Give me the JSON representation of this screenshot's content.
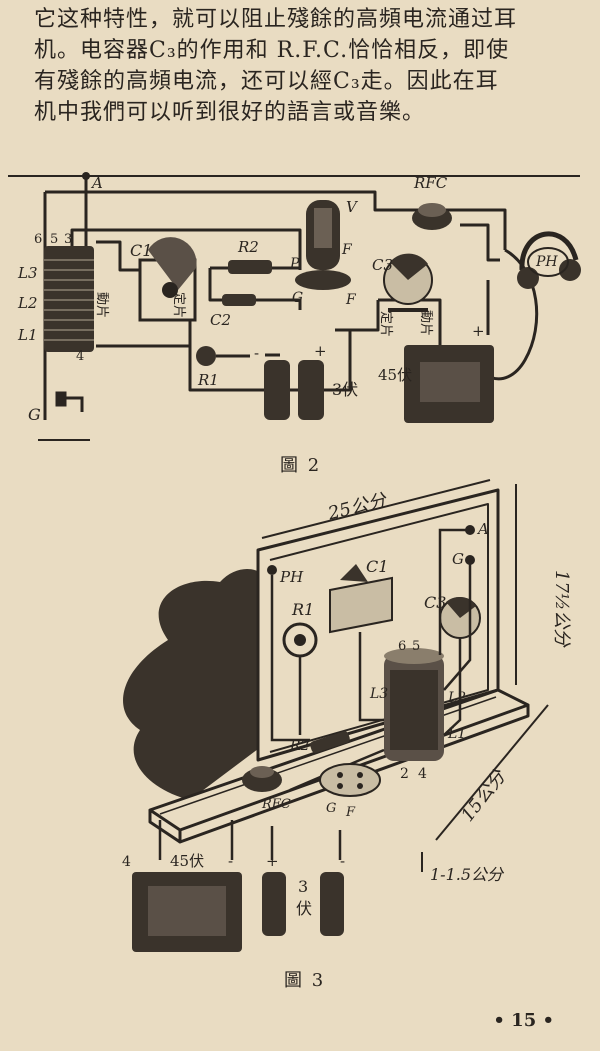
{
  "paragraph": {
    "line1": "它这种特性，就可以阻止殘餘的高頻电流通过耳",
    "line2": "机。电容器C₃的作用和 R.F.C.恰恰相反，即使",
    "line3": "有殘餘的高頻电流，还可以經C₃走。因此在耳",
    "line4": "机中我們可以听到很好的語言或音樂。"
  },
  "figure2": {
    "caption": "圖 2",
    "labels": {
      "A": "A",
      "G": "G",
      "L3": "L3",
      "L2": "L2",
      "L1": "L1",
      "t6": "6",
      "t5": "5",
      "t3": "3",
      "t4": "4",
      "C1": "C1",
      "C2": "C2",
      "C3": "C3",
      "R2": "R2",
      "R1": "R1",
      "V": "V",
      "P": "P",
      "F": "F",
      "Gv": "G",
      "Fb": "F",
      "RFC": "RFC",
      "PH": "PH",
      "dongpian1": "動片",
      "dingpian1": "定片",
      "dingpian2": "定片",
      "dongpian2": "動片",
      "battB": "45伏",
      "battA": "3伏",
      "plus1": "+",
      "minus1": "-",
      "plus2": "+"
    }
  },
  "figure3": {
    "caption": "圖 3",
    "labels": {
      "dim25": "25公分",
      "dim175": "17½公分",
      "dim15": "15公分",
      "dim115": "1-1.5公分",
      "PH": "PH",
      "C1": "C1",
      "R1": "R1",
      "C3": "C3",
      "A": "A",
      "G": "G",
      "L3": "L3",
      "L2": "L2",
      "L1": "L1",
      "t6": "6",
      "t5": "5",
      "t2": "2",
      "t4": "4",
      "R2": "R2",
      "RFC": "RFC",
      "Gv": "G",
      "Fv": "F",
      "batt45": "45伏",
      "batt3": "3",
      "batt3b": "伏",
      "minus": "-",
      "plus": "+",
      "four": "4",
      "minus2": "-"
    }
  },
  "page_number": "• 15 •"
}
